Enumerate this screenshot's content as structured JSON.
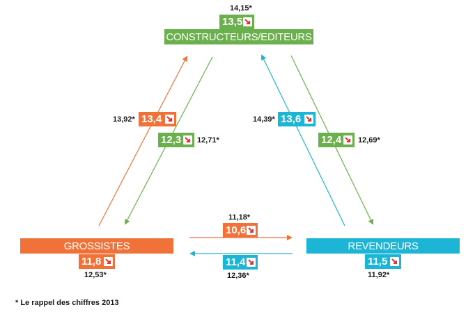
{
  "colors": {
    "green": "#6ab04c",
    "orange": "#f07238",
    "cyan": "#1cb5d6",
    "arrow_indicator": "#e8312f"
  },
  "nodes": {
    "constructeurs": {
      "label": "CONSTRUCTEURS/EDITEURS",
      "value": "13,5",
      "reference": "14,15*"
    },
    "grossistes": {
      "label": "GROSSISTES",
      "value": "11,8",
      "reference": "12,53*"
    },
    "revendeurs": {
      "label": "REVENDEURS",
      "value": "11,5",
      "reference": "11,92*"
    }
  },
  "flows": {
    "grossistes_to_constructeurs": {
      "value": "13,4",
      "reference": "13,92*"
    },
    "constructeurs_to_grossistes": {
      "value": "12,3",
      "reference": "12,71*"
    },
    "revendeurs_to_constructeurs": {
      "value": "13,6",
      "reference": "14,39*"
    },
    "constructeurs_to_revendeurs": {
      "value": "12,4",
      "reference": "12,69*"
    },
    "grossistes_to_revendeurs": {
      "value": "10,6",
      "reference": "11,18*"
    },
    "revendeurs_to_grossistes": {
      "value": "11,4",
      "reference": "12,36*"
    }
  },
  "indicator_icon": "down-right-arrow-icon",
  "footnote": "* Le rappel des chiffres 2013"
}
